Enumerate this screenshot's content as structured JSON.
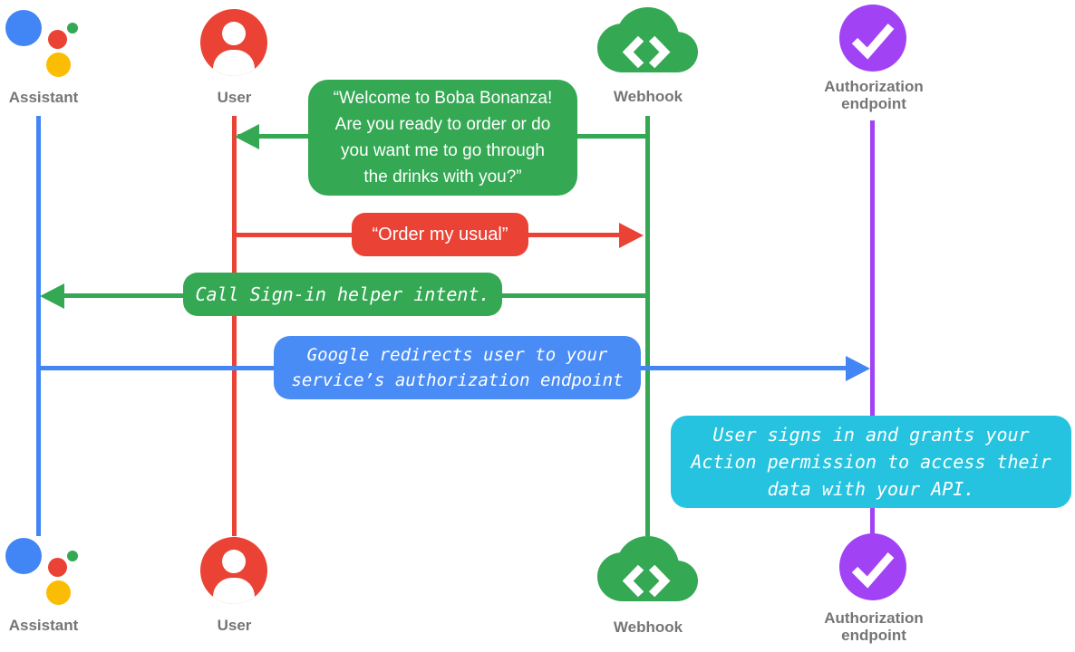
{
  "colors": {
    "blue": "#4285f4",
    "red": "#ea4335",
    "green": "#34a853",
    "yellow": "#fbbc04",
    "purple": "#a142f4",
    "cyan_note": "#25c3df",
    "box_blue": "#4a8cf5",
    "label_gray": "#757575",
    "background": "#ffffff"
  },
  "actors": [
    {
      "id": "assistant",
      "label": "Assistant",
      "icon": "google-assistant-logo",
      "lifeline_color": "#4285f4"
    },
    {
      "id": "user",
      "label": "User",
      "icon": "person-circle-icon",
      "lifeline_color": "#ea4335"
    },
    {
      "id": "webhook",
      "label": "Webhook",
      "icon": "cloud-code-icon",
      "lifeline_color": "#34a853"
    },
    {
      "id": "authorization_endpoint",
      "label": "Authorization endpoint",
      "icon": "check-circle-icon",
      "lifeline_color": "#a142f4"
    }
  ],
  "messages": [
    {
      "id": "welcome",
      "from": "Webhook",
      "to": "User",
      "direction": "left",
      "color": "#34a853",
      "font": "sans",
      "lines": [
        "“Welcome to Boba Bonanza!",
        "Are you ready to order or do",
        "you want me to go through",
        "the drinks with you?”"
      ]
    },
    {
      "id": "order-my-usual",
      "from": "User",
      "to": "Webhook",
      "direction": "right",
      "color": "#ea4335",
      "font": "sans",
      "text": "“Order my usual”"
    },
    {
      "id": "call-sign-in-helper",
      "from": "Webhook",
      "to": "Assistant",
      "direction": "left",
      "color": "#34a853",
      "font": "mono-italic",
      "text": "Call Sign-in helper intent."
    },
    {
      "id": "google-redirects",
      "from": "Assistant",
      "to": "Authorization endpoint",
      "direction": "right",
      "color": "#4a8cf5",
      "font": "mono-italic",
      "lines": [
        "Google redirects user to your",
        "service’s authorization endpoint"
      ]
    },
    {
      "id": "user-signs-in-note",
      "note_on": "Authorization endpoint",
      "color": "#25c3df",
      "font": "mono-italic",
      "lines": [
        "User signs in and grants your",
        "Action permission to access their",
        "data with your API."
      ]
    }
  ]
}
